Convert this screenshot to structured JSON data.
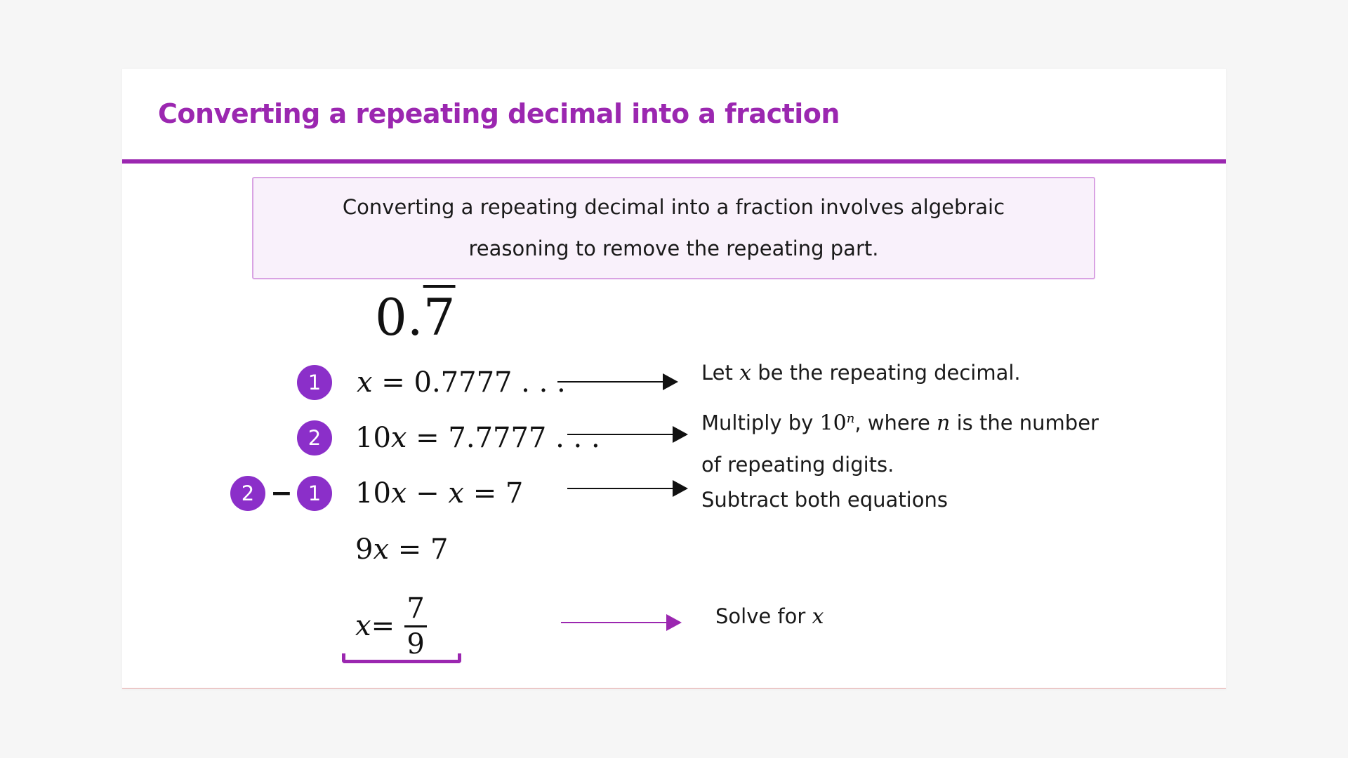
{
  "slide": {
    "title": "Converting a repeating decimal into a fraction",
    "intro": "Converting a repeating decimal into a fraction involves algebraic reasoning to remove the repeating part.",
    "decimal": {
      "whole": "0.",
      "repeating": "7"
    }
  },
  "steps": [
    {
      "badge": "1",
      "lhs": "x",
      "rhs": " = 0.7777 . . ."
    },
    {
      "badge": "2",
      "coef": "10",
      "var": "x",
      "rhs": " = 7.7777 . . ."
    },
    {
      "badge_a": "2",
      "operator": "−",
      "badge_b": "1",
      "coef": "10",
      "var1": "x",
      "mid": " − ",
      "var2": "x",
      "rhs": " = 7"
    },
    {
      "coef": "9",
      "var": "x",
      "rhs": " = 7"
    },
    {
      "var": "x",
      "eq": " =",
      "numerator": "7",
      "denominator": "9"
    }
  ],
  "notes": {
    "let": {
      "pre": "Let ",
      "var": "x",
      "post": " be the repeating decimal."
    },
    "multiply": {
      "pre": "Multiply by ",
      "base": "10",
      "exp": "n",
      "mid": ", where ",
      "var": "n",
      "post": " is the number of repeating digits."
    },
    "subtract": "Subtract both equations",
    "solve": {
      "pre": "Solve for ",
      "var": "x"
    }
  },
  "colors": {
    "accent": "#9b27b0",
    "badge": "#8b2fc9",
    "box_border": "#d9a3e3",
    "box_fill": "#f9f1fb"
  }
}
